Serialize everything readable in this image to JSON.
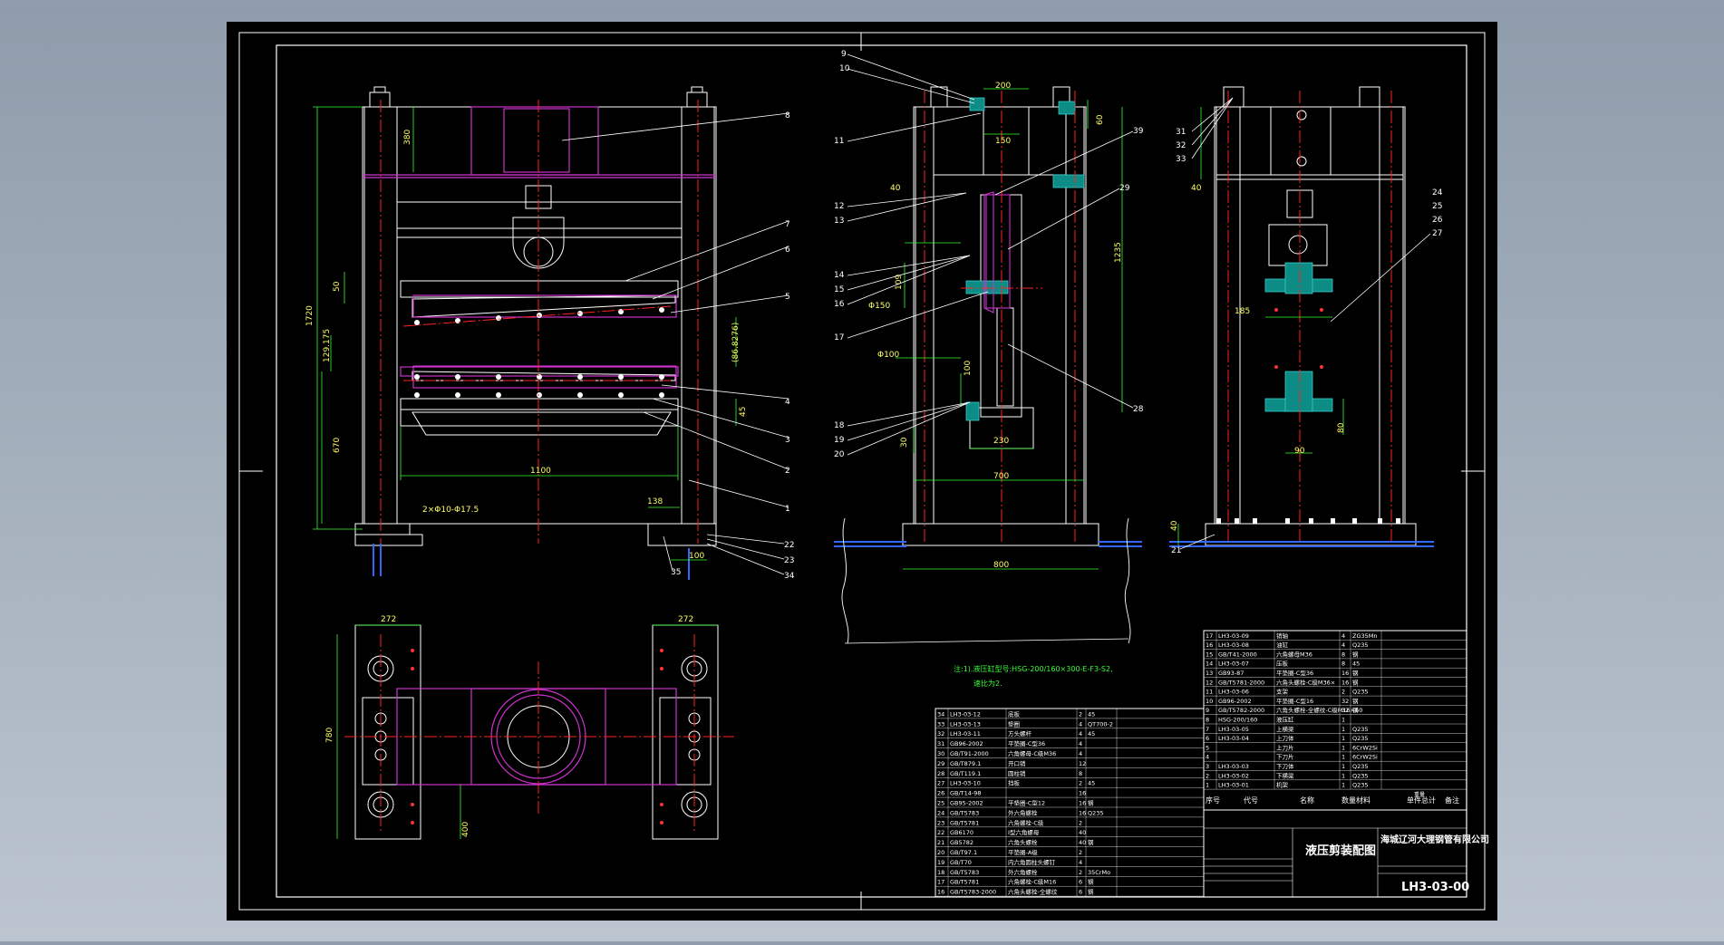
{
  "drawing": {
    "title": "液压剪装配图",
    "company": "海城辽河大理钢管有限公司",
    "drawing_no": "LH3-03-00",
    "note_line1": "注:1).液压缸型号:HSG-200/160×300-E-F3-S2,",
    "note_line2": "速比为2."
  },
  "front_view": {
    "dims": {
      "top_block": "380",
      "overall_height": "1720",
      "d50": "50",
      "d129": "129.175",
      "d670": "670",
      "width1100": "1100",
      "hole_note": "2×Φ10-Φ17.5",
      "d138": "138",
      "d100": "100",
      "d_right": "(86.8276)",
      "d45": "45"
    },
    "balloons": [
      "8",
      "7",
      "6",
      "5",
      "4",
      "3",
      "2",
      "1",
      "22",
      "23",
      "34",
      "35"
    ]
  },
  "side_view": {
    "dims": {
      "d200": "200",
      "d150": "150",
      "d60": "60",
      "d40": "40",
      "d1235": "1235",
      "phi150": "Φ150",
      "phi100": "Φ100",
      "d109": "109",
      "d100": "100",
      "d30": "30",
      "d230": "230",
      "d700": "700",
      "d800": "800"
    },
    "balloons": [
      "9",
      "10",
      "11",
      "12",
      "13",
      "14",
      "15",
      "16",
      "17",
      "18",
      "19",
      "20",
      "39",
      "29",
      "28"
    ]
  },
  "right_view": {
    "dims": {
      "d40": "40",
      "d185": "185",
      "d80": "80",
      "d90": "90",
      "d_bottom": "40"
    },
    "balloons": [
      "31",
      "32",
      "33",
      "24",
      "25",
      "26",
      "27",
      "21"
    ]
  },
  "plan_view": {
    "dims": {
      "left272": "272",
      "right272": "272",
      "d780": "780",
      "d400": "400"
    }
  },
  "bom_left": {
    "rows": [
      [
        "34",
        "LH3-03-12",
        "底板",
        "2",
        "45",
        ""
      ],
      [
        "33",
        "LH3-03-13",
        "垫圈",
        "4",
        "QT700-2",
        ""
      ],
      [
        "32",
        "LH3-03-11",
        "方头螺杆",
        "4",
        "45",
        ""
      ],
      [
        "31",
        "GB96-2002",
        "平垫圈-C型36",
        "4",
        "",
        ""
      ],
      [
        "30",
        "GB/T91-2000",
        "六角螺母-C级M36",
        "4",
        "",
        ""
      ],
      [
        "29",
        "GB/T879.1",
        "开口销",
        "12",
        "",
        ""
      ],
      [
        "28",
        "GB/T119.1",
        "圆柱销",
        "8",
        "",
        ""
      ],
      [
        "27",
        "LH3-03-10",
        "挡板",
        "2",
        "45",
        ""
      ],
      [
        "26",
        "GB/T14-98",
        "",
        "16",
        "",
        ""
      ],
      [
        "25",
        "GB95-2002",
        "平垫圈-C型12",
        "16",
        "钢",
        ""
      ],
      [
        "24",
        "GB/T5783",
        "外六角螺栓",
        "16",
        "Q235",
        ""
      ],
      [
        "23",
        "GB/T5781",
        "六角螺栓-C级",
        "2",
        "",
        ""
      ],
      [
        "22",
        "GB6170",
        "I型六角螺母",
        "40",
        "",
        ""
      ],
      [
        "21",
        "GB5782",
        "六角头螺栓",
        "40",
        "钢",
        ""
      ],
      [
        "20",
        "GB/T97.1",
        "平垫圈-A级",
        "2",
        "",
        ""
      ],
      [
        "19",
        "GB/T70",
        "内六角圆柱头螺钉",
        "4",
        "",
        ""
      ],
      [
        "18",
        "GB/T5783",
        "外六角螺栓",
        "2",
        "35CrMo",
        ""
      ],
      [
        "17",
        "GB/T5781",
        "六角螺栓-C级M16",
        "6",
        "钢",
        ""
      ],
      [
        "16",
        "GB/T5783-2000",
        "六角头螺栓-全螺纹",
        "6",
        "钢",
        ""
      ]
    ]
  },
  "bom_right": {
    "rows": [
      [
        "17",
        "LH3-03-09",
        "销轴",
        "4",
        "ZG35Mn",
        ""
      ],
      [
        "16",
        "LH3-03-08",
        "油缸",
        "4",
        "Q235",
        ""
      ],
      [
        "15",
        "GB/T41-2000",
        "六角螺母M36",
        "8",
        "钢",
        ""
      ],
      [
        "14",
        "LH3-03-07",
        "压板",
        "8",
        "45",
        ""
      ],
      [
        "13",
        "GB93-87",
        "平垫圈-C型36",
        "16",
        "钢",
        ""
      ],
      [
        "12",
        "GB/T5781-2000",
        "六角头螺栓-C级M36×",
        "16",
        "钢",
        ""
      ],
      [
        "11",
        "LH3-03-06",
        "支架",
        "2",
        "Q235",
        ""
      ],
      [
        "10",
        "GB96-2002",
        "平垫圈-C型16",
        "32",
        "钢",
        ""
      ],
      [
        "9",
        "GB/T5782-2000",
        "六角头螺栓-全螺纹-C级M16×60",
        "32",
        "钢",
        ""
      ],
      [
        "8",
        "HSG-200/160",
        "液压缸",
        "1",
        "",
        ""
      ],
      [
        "7",
        "LH3-03-05",
        "上横梁",
        "1",
        "Q235",
        ""
      ],
      [
        "6",
        "LH3-03-04",
        "上刀体",
        "1",
        "Q235",
        ""
      ],
      [
        "5",
        "",
        "上刀片",
        "1",
        "6CrW2Si",
        ""
      ],
      [
        "4",
        "",
        "下刀片",
        "1",
        "6CrW2Si",
        ""
      ],
      [
        "3",
        "LH3-03-03",
        "下刀体",
        "1",
        "Q235",
        ""
      ],
      [
        "2",
        "LH3-03-02",
        "下横梁",
        "1",
        "Q235",
        ""
      ],
      [
        "1",
        "LH3-03-01",
        "机架",
        "1",
        "Q235",
        ""
      ]
    ],
    "headers": [
      "序号",
      "代号",
      "名称",
      "数量",
      "材料",
      "单件",
      "总计",
      "备注"
    ],
    "weight_label": "重量"
  }
}
